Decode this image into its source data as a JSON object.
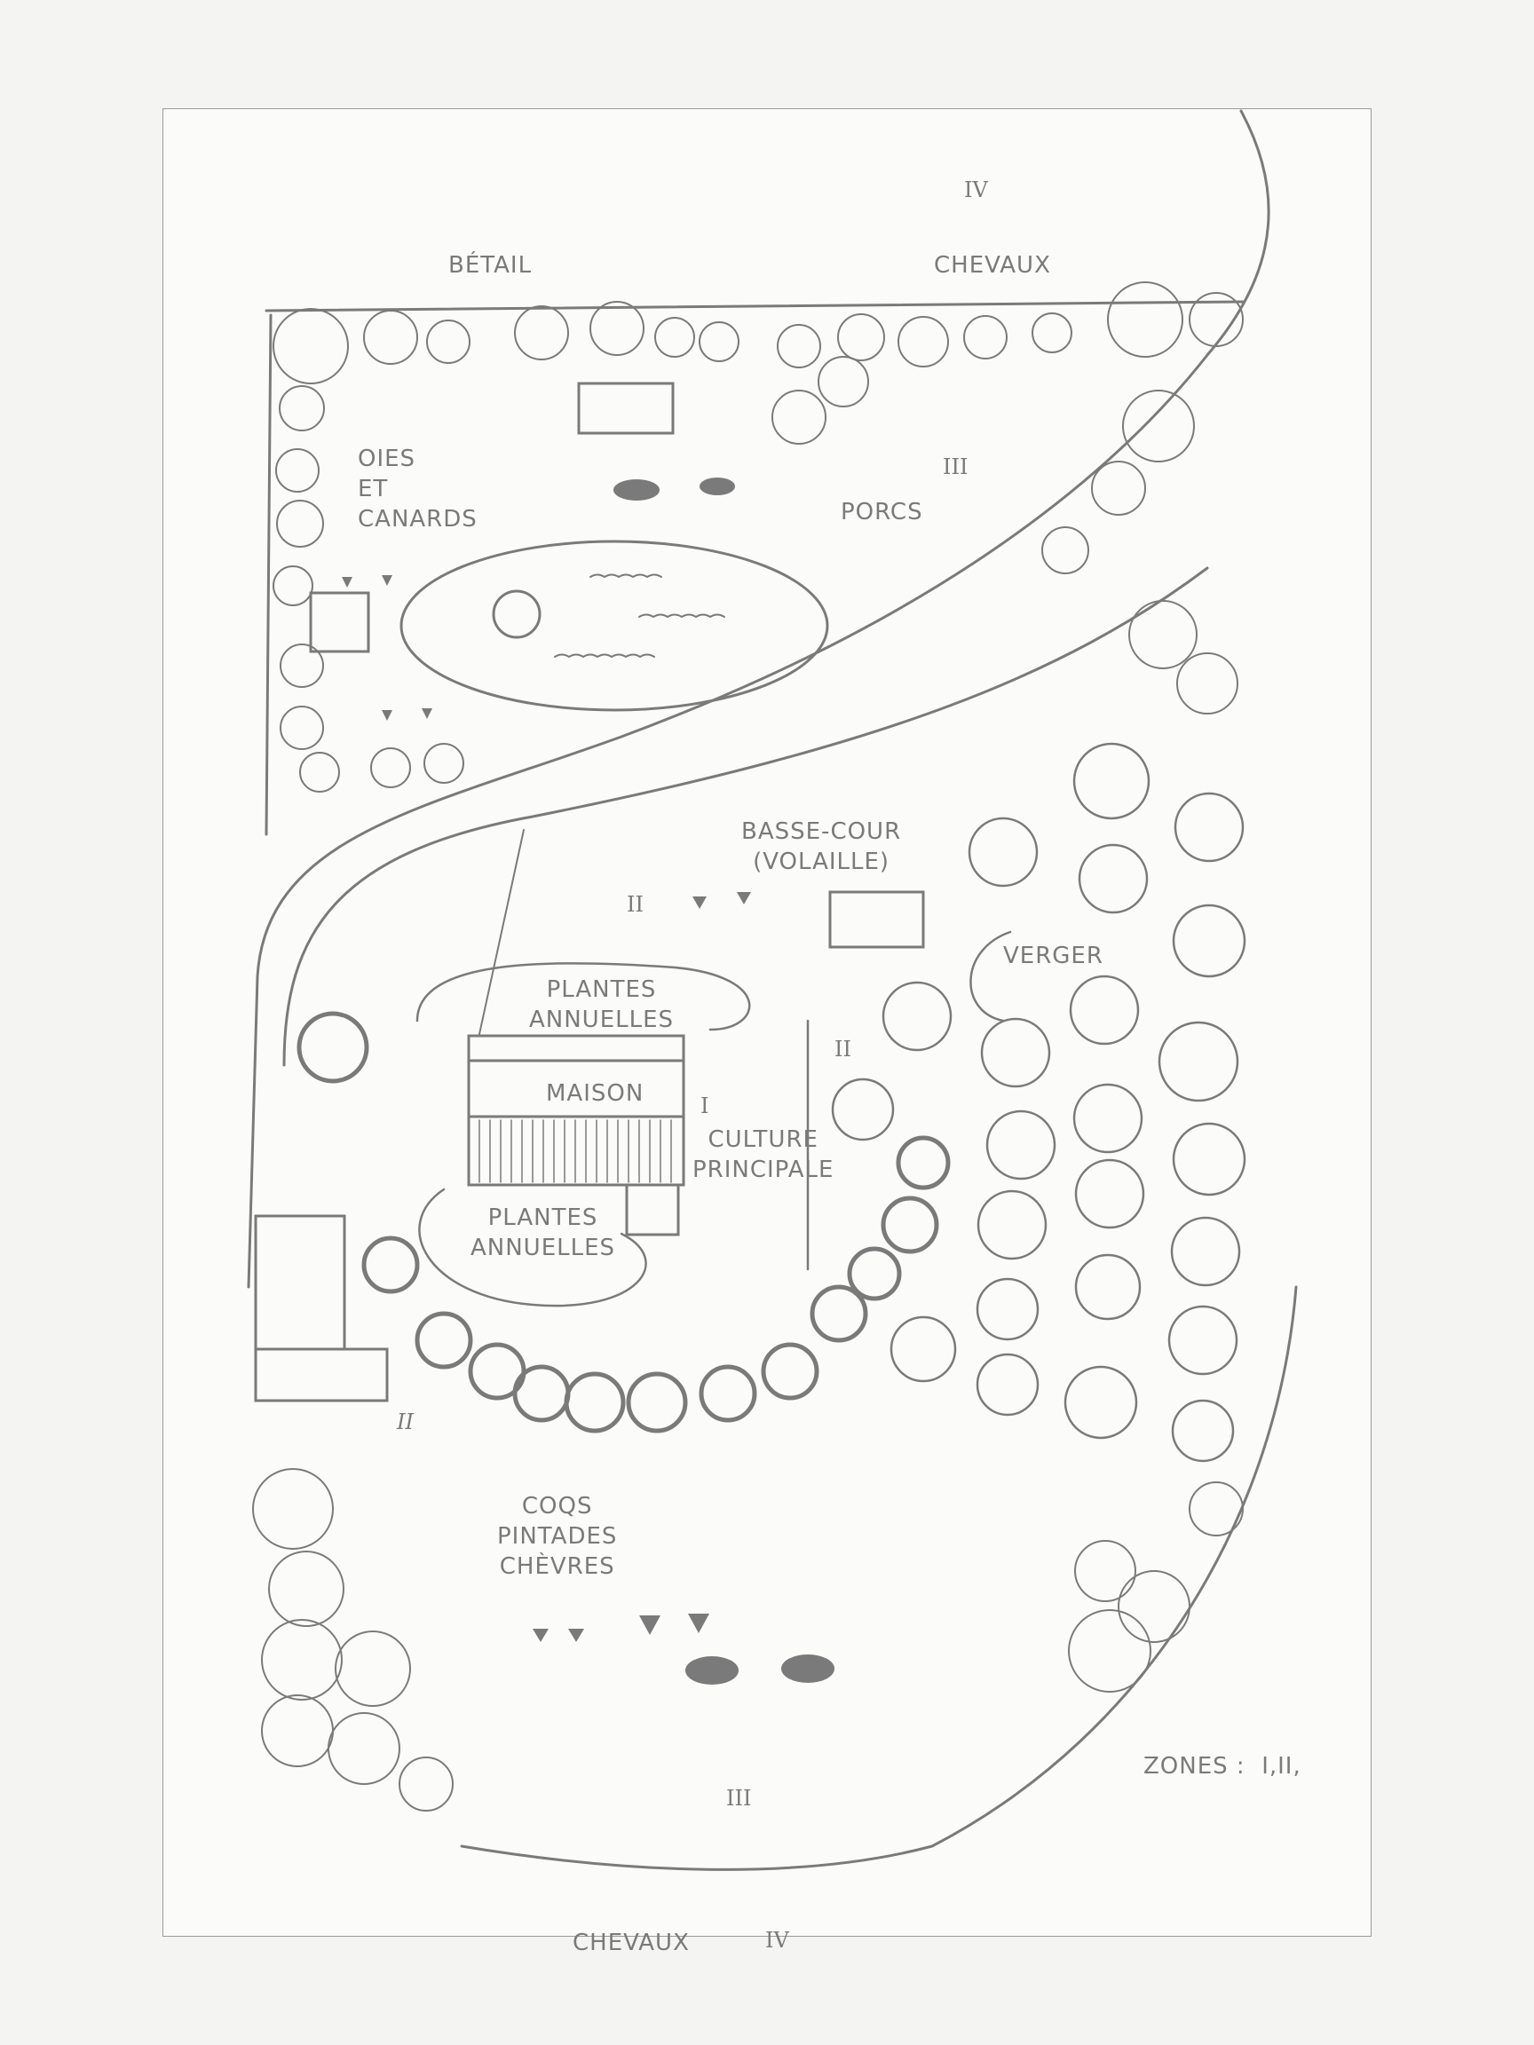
{
  "diagram": {
    "title": "Permaculture farm zoning plan",
    "colors": {
      "ink": "#7a7a7a",
      "paper": "#fbfbfa",
      "background": "#f4f4f2"
    },
    "labels": {
      "betail": "BÉTAIL",
      "chevaux_top": "CHEVAUX",
      "oies_canards": "OIES\nET\nCANARDS",
      "porcs": "PORCS",
      "basse_cour": "BASSE-COUR\n(VOLAILLE)",
      "verger": "VERGER",
      "plantes_annuelles_top": "PLANTES\nANNUELLES",
      "maison": "MAISON",
      "culture_principale": "CULTURE\nPRINCIPALE",
      "plantes_annuelles_bottom": "PLANTES\nANNUELLES",
      "coqs_pintades_chevres": "COQS\nPINTADES\nCHÈVRES",
      "chevaux_bottom": "CHEVAUX",
      "zones_legend": "ZONES :  I,II,"
    },
    "zone_markers": {
      "top_iv": "IV",
      "upper_iii": "III",
      "middle_ii": "II",
      "right_ii": "II",
      "house_i": "I",
      "left_ii": "II",
      "bottom_iii": "III",
      "bottom_iv": "IV"
    }
  }
}
